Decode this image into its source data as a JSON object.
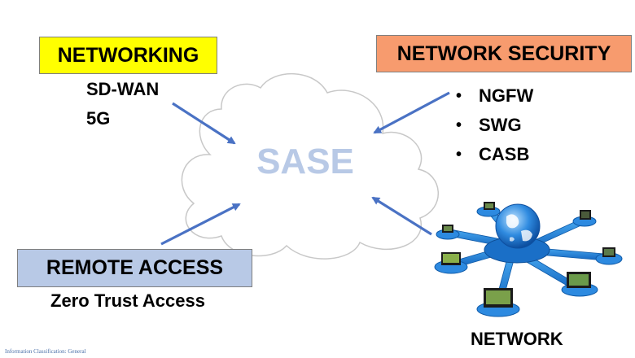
{
  "center_label": "SASE",
  "networking": {
    "title": "NETWORKING",
    "items": [
      "SD-WAN",
      "5G"
    ],
    "color": "#ffff00"
  },
  "network_security": {
    "title": "NETWORK SECURITY",
    "items": [
      "NGFW",
      "SWG",
      "CASB"
    ],
    "color": "#f79b6e"
  },
  "remote_access": {
    "title": "REMOTE ACCESS",
    "subtitle": "Zero Trust Access",
    "color": "#b8c9e6"
  },
  "network": {
    "label": "NETWORK",
    "icons": [
      "globe-icon",
      "laptop-icon"
    ]
  },
  "footer": {
    "classification": "Information Classification: General"
  },
  "colors": {
    "arrow": "#4a72c4",
    "cloud_outline": "#c8c8c8",
    "sase_text": "#b8c9e6",
    "hub_blue": "#1e7ed6"
  }
}
